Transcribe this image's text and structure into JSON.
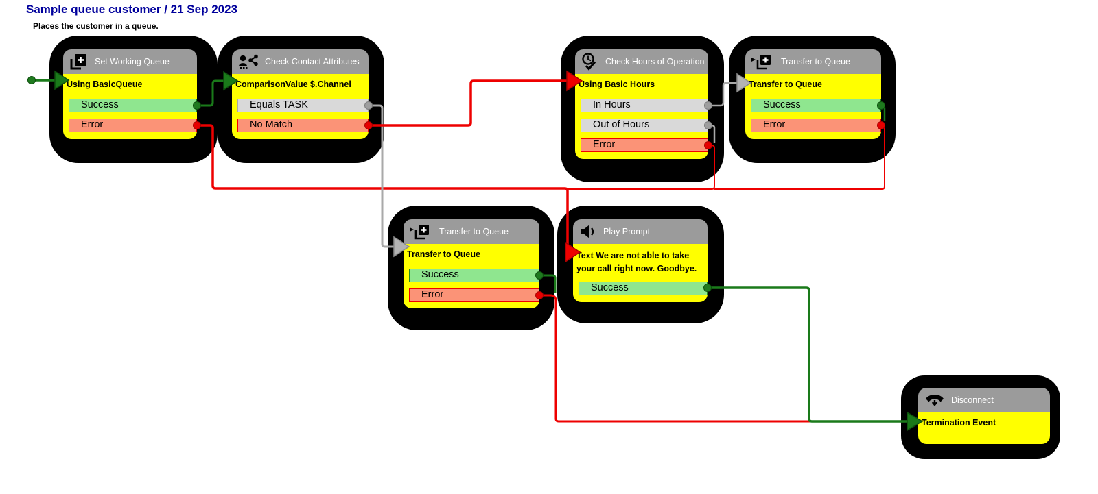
{
  "header": {
    "title": "Sample queue customer / 21 Sep 2023",
    "subtitle": "Places the customer in a queue."
  },
  "colors": {
    "title_text": "#00009C",
    "node_shadow": "#000000",
    "node_header": "#9b9b9b",
    "node_body": "#ffff00",
    "success_fill": "#8fe68f",
    "success_border": "#208a20",
    "error_fill": "#fb9377",
    "error_border": "#f00000",
    "neutral_fill": "#d9d9d9",
    "neutral_border": "#a8a8a8",
    "green_wire": "#1a7a1a",
    "red_wire": "#ee0000",
    "gray_wire": "#a9a9a9"
  },
  "nodes": [
    {
      "title": "Set Working Queue",
      "icon": "queue-icon",
      "param": "Using BasicQueue",
      "rows": [
        {
          "label": "Success",
          "type": "success"
        },
        {
          "label": "Error",
          "type": "error"
        }
      ]
    },
    {
      "title": "Check Contact Attributes",
      "icon": "contact-attributes-icon",
      "param": "ComparisonValue $.Channel",
      "rows": [
        {
          "label": "Equals TASK",
          "type": "neutral"
        },
        {
          "label": "No Match",
          "type": "error"
        }
      ]
    },
    {
      "title": "Check Hours of Operation",
      "icon": "hours-of-operation-icon",
      "param": "Using Basic Hours",
      "rows": [
        {
          "label": "In Hours",
          "type": "neutral"
        },
        {
          "label": "Out of Hours",
          "type": "neutral"
        },
        {
          "label": "Error",
          "type": "error"
        }
      ]
    },
    {
      "title": "Transfer to Queue",
      "icon": "transfer-to-queue-icon",
      "param": "Transfer to Queue",
      "rows": [
        {
          "label": "Success",
          "type": "success"
        },
        {
          "label": "Error",
          "type": "error"
        }
      ]
    },
    {
      "title": "Transfer to Queue",
      "icon": "transfer-to-queue-icon",
      "param": "Transfer to Queue",
      "rows": [
        {
          "label": "Success",
          "type": "success"
        },
        {
          "label": "Error",
          "type": "error"
        }
      ]
    },
    {
      "title": "Play Prompt",
      "icon": "play-prompt-icon",
      "param": "Text We are not able to take your call right now. Goodbye.",
      "rows": [
        {
          "label": "Success",
          "type": "success"
        }
      ]
    },
    {
      "title": "Disconnect",
      "icon": "disconnect-icon",
      "param": "Termination Event",
      "rows": []
    }
  ],
  "connections": [
    {
      "from": "entry-point",
      "to": "Set Working Queue",
      "color": "green"
    },
    {
      "from": "Set Working Queue / Success",
      "to": "Check Contact Attributes",
      "color": "green"
    },
    {
      "from": "Set Working Queue / Error",
      "to": "Play Prompt",
      "color": "red"
    },
    {
      "from": "Check Contact Attributes / Equals TASK",
      "to": "Transfer to Queue (middle)",
      "color": "gray"
    },
    {
      "from": "Check Contact Attributes / No Match",
      "to": "Check Hours of Operation",
      "color": "red"
    },
    {
      "from": "Check Hours of Operation / In Hours",
      "to": "Transfer to Queue (top right)",
      "color": "gray"
    },
    {
      "from": "Check Hours of Operation / Out of Hours",
      "to": "Play Prompt",
      "color": "gray"
    },
    {
      "from": "Check Hours of Operation / Error",
      "to": "Play Prompt",
      "color": "red"
    },
    {
      "from": "Transfer to Queue (top right) / Success",
      "to": "Disconnect",
      "color": "green"
    },
    {
      "from": "Transfer to Queue (top right) / Error",
      "to": "Play Prompt",
      "color": "red"
    },
    {
      "from": "Transfer to Queue (middle) / Success",
      "to": "Disconnect",
      "color": "green"
    },
    {
      "from": "Transfer to Queue (middle) / Error",
      "to": "Disconnect",
      "color": "red"
    },
    {
      "from": "Play Prompt / Success",
      "to": "Disconnect",
      "color": "green"
    }
  ]
}
